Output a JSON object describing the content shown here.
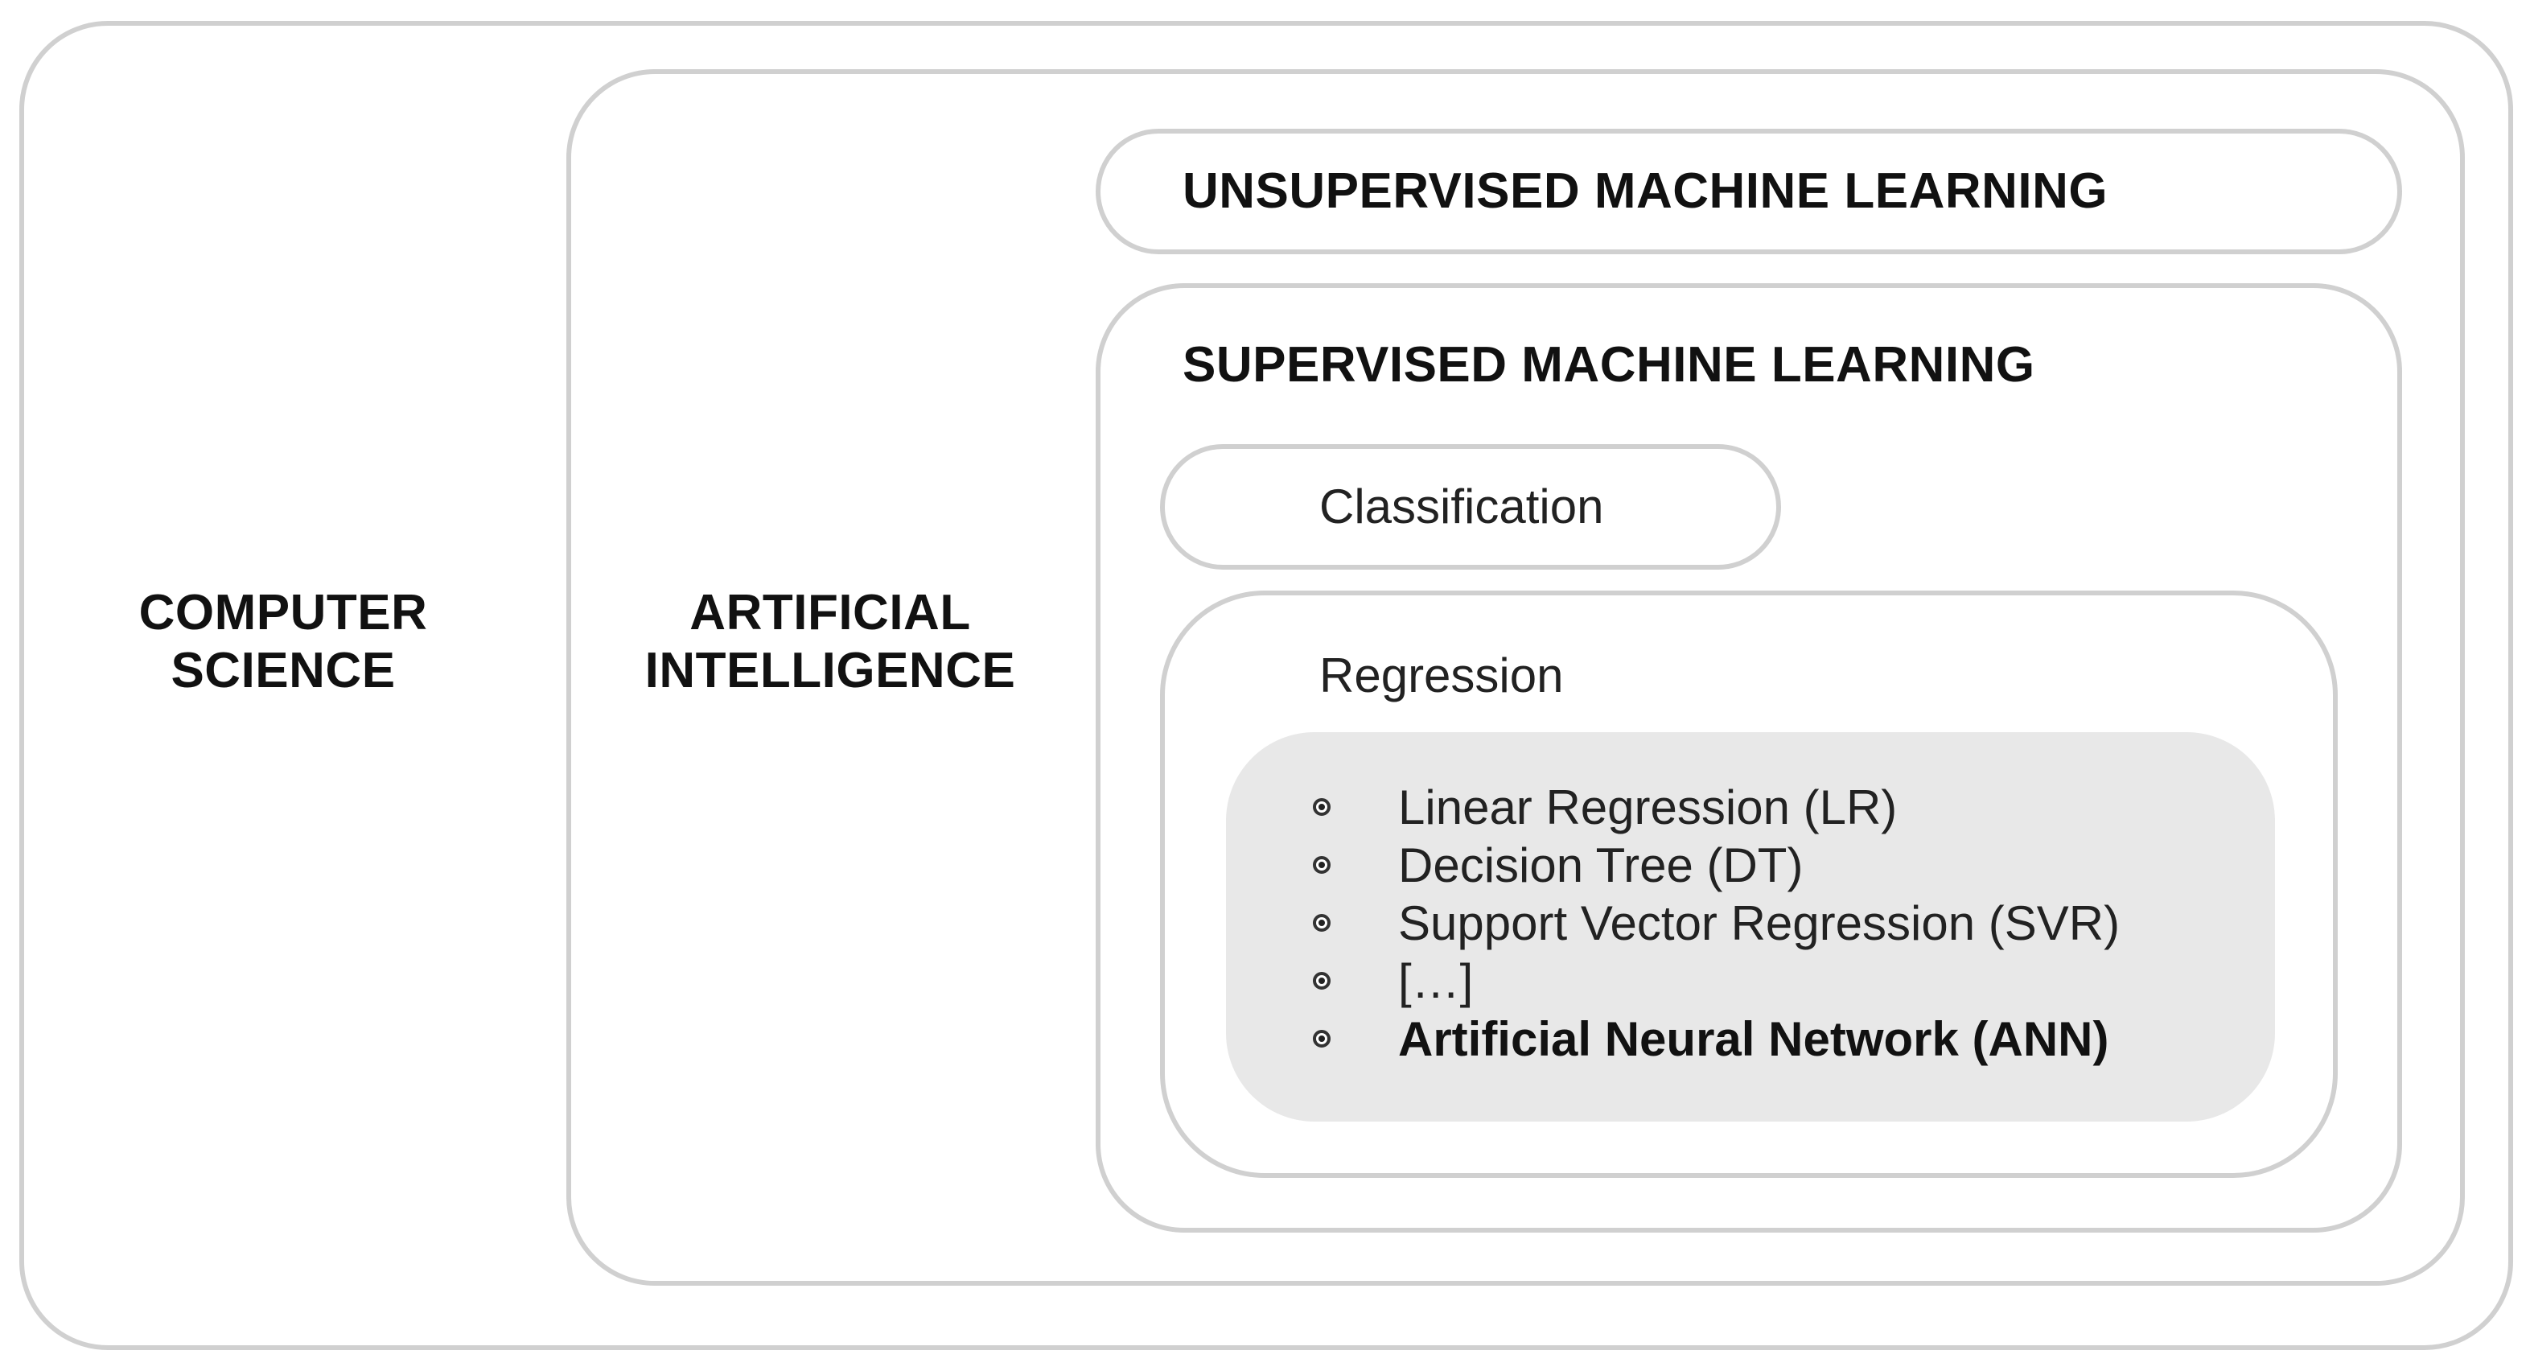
{
  "computer_science": {
    "label": "COMPUTER\nSCIENCE"
  },
  "artificial_intelligence": {
    "label": "ARTIFICIAL\nINTELLIGENCE"
  },
  "unsupervised": {
    "label": "UNSUPERVISED MACHINE LEARNING"
  },
  "supervised": {
    "label": "SUPERVISED MACHINE LEARNING",
    "classification": {
      "label": "Classification"
    },
    "regression": {
      "label": "Regression",
      "methods": [
        {
          "label": "Linear Regression (LR)",
          "emphasis": false
        },
        {
          "label": "Decision Tree (DT)",
          "emphasis": false
        },
        {
          "label": "Support Vector Regression (SVR)",
          "emphasis": false
        },
        {
          "label": "[…]",
          "emphasis": false
        },
        {
          "label": "Artificial Neural Network (ANN)",
          "emphasis": true
        }
      ]
    }
  },
  "colors": {
    "border": "#d0d0d0",
    "list_background": "#e8e8e8",
    "text": "#111111"
  }
}
